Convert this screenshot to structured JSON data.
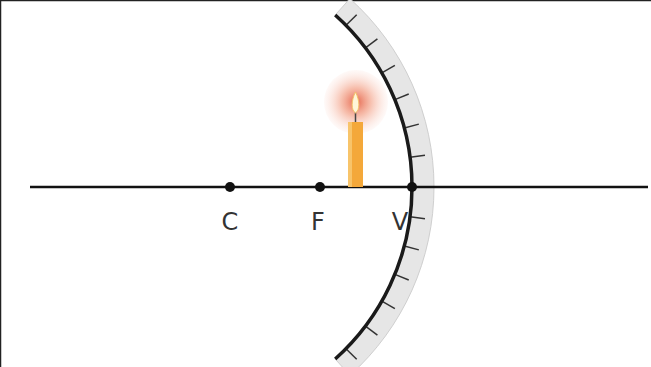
{
  "diagram": {
    "labels": [
      "C",
      "F",
      "V"
    ]
  }
}
